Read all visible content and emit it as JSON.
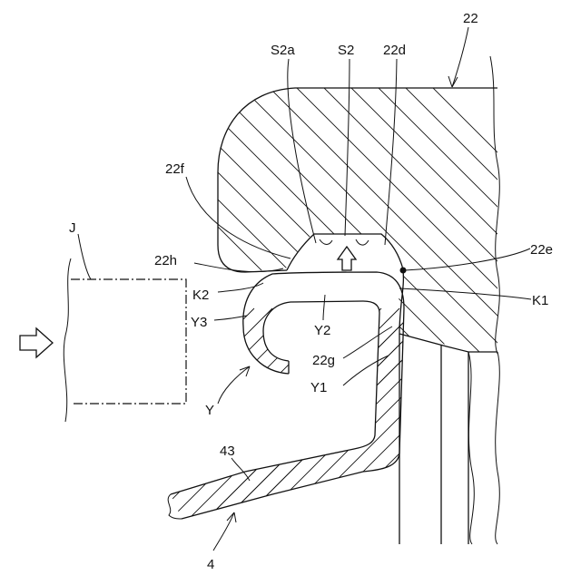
{
  "labels": {
    "l22": "22",
    "s2a": "S2a",
    "s2": "S2",
    "l22d": "22d",
    "l22f": "22f",
    "l22h": "22h",
    "l22e": "22e",
    "j": "J",
    "k2": "K2",
    "k1": "K1",
    "y3": "Y3",
    "y2": "Y2",
    "l22g": "22g",
    "y1": "Y1",
    "y": "Y",
    "l43": "43",
    "l4": "4"
  }
}
